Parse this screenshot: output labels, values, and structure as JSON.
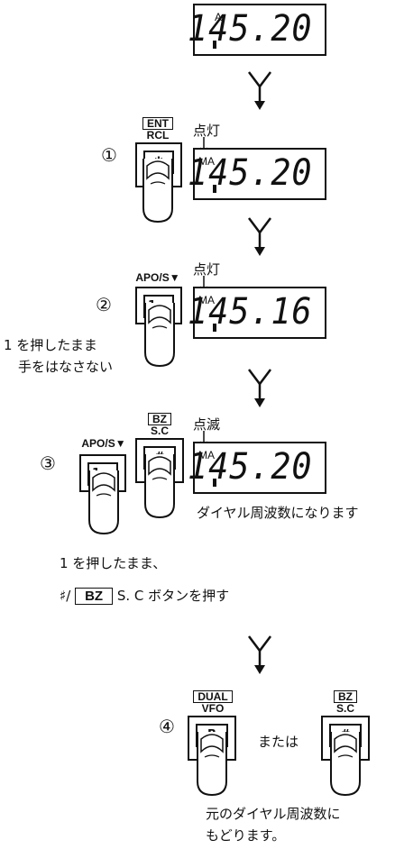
{
  "displays": [
    {
      "freq": "145.20",
      "indicator": "A"
    },
    {
      "freq": "145.20",
      "indicator": "MA"
    },
    {
      "freq": "145.16",
      "indicator": "MA"
    },
    {
      "freq": "145.20",
      "indicator": "MA"
    }
  ],
  "steps": [
    "①",
    "②",
    "③",
    "④"
  ],
  "annotations": {
    "lit1": "点灯",
    "lit2": "点灯",
    "blink": "点滅"
  },
  "keys": {
    "ent_top": "ENT",
    "ent_bot": "RCL",
    "ent_face": "✱",
    "apo_label": "APO/S▼",
    "apo_face": "1",
    "apo2_label": "APO/S▼",
    "apo2_face": "1",
    "bz_top": "BZ",
    "bz_bot": "S.C",
    "bz_face": "#",
    "dual_top": "DUAL",
    "dual_bot": "VFO",
    "dual_face": "B",
    "bz2_top": "BZ",
    "bz2_bot": "S.C",
    "bz2_face": "#"
  },
  "texts": {
    "hold1_line1": "1 を押したまま",
    "hold1_line2": "手をはなさない",
    "dial_freq": "ダイヤル周波数になります",
    "hold2": "1 を押したまま、",
    "press_prefix": "♯/",
    "press_box": "BZ",
    "press_suffix": "S. C ボタンを押す",
    "or": "または",
    "return_line1": "元のダイヤル周波数に",
    "return_line2": "もどります。"
  }
}
